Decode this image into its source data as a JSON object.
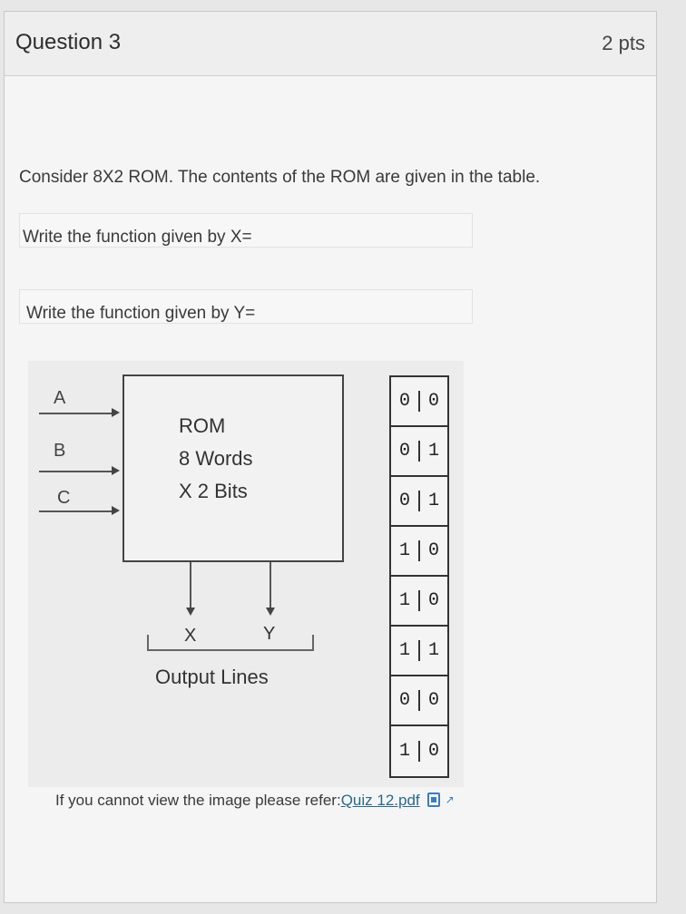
{
  "question": {
    "title": "Question 3",
    "points": "2 pts"
  },
  "body": {
    "intro": "Consider 8X2 ROM. The contents of the ROM are given in the table.",
    "prompt_x": "Write the function given by X=",
    "prompt_y": "Write the function given by Y="
  },
  "diagram": {
    "inputs": [
      "A",
      "B",
      "C"
    ],
    "rom_lines": [
      "ROM",
      "8 Words",
      "X 2 Bits"
    ],
    "outputs": [
      "X",
      "Y"
    ],
    "output_caption": "Output Lines"
  },
  "rom_table": [
    [
      "0",
      "0"
    ],
    [
      "0",
      "1"
    ],
    [
      "0",
      "1"
    ],
    [
      "1",
      "0"
    ],
    [
      "1",
      "0"
    ],
    [
      "1",
      "1"
    ],
    [
      "0",
      "0"
    ],
    [
      "1",
      "0"
    ]
  ],
  "footer": {
    "text": "If you cannot view the image please refer:",
    "link": "Quiz 12.pdf"
  },
  "icons": {
    "document": "document-icon",
    "external": "external-link-icon"
  }
}
